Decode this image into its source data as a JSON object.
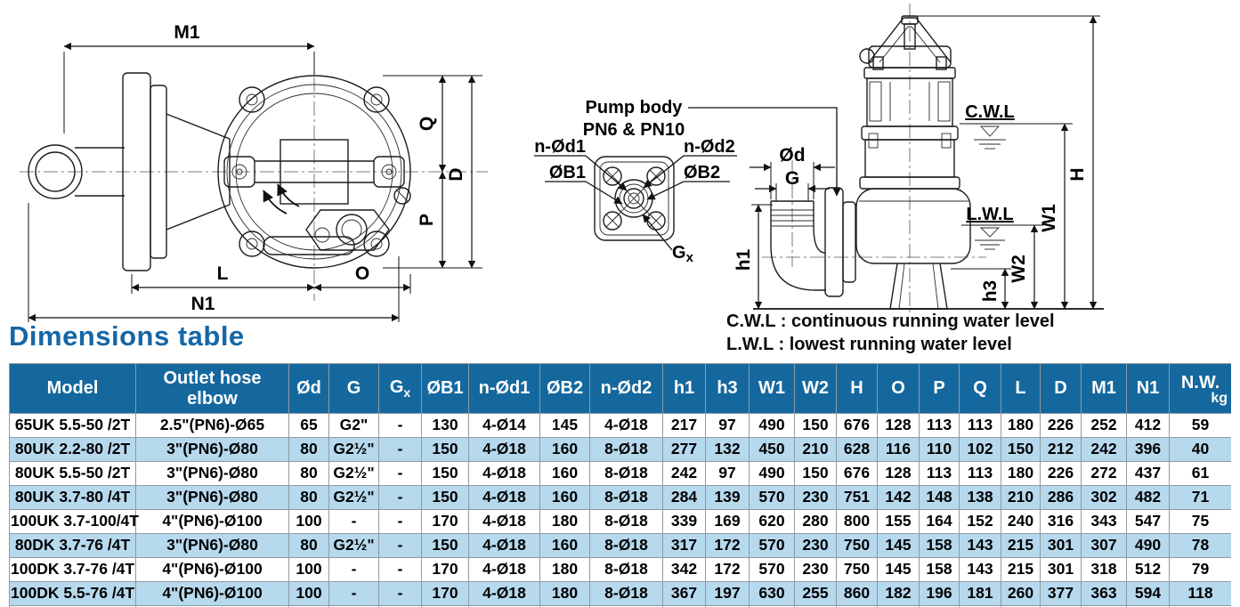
{
  "heading": {
    "title": "Dimensions table"
  },
  "colors": {
    "header_bg": "#15689e",
    "row_alt_bg": "#b7d9ee",
    "heading_color": "#1467a6",
    "grid_border": "#8f9aa2"
  },
  "drawings": {
    "top_view": {
      "dims": {
        "m1": "M1",
        "q": "Q",
        "d": "D",
        "p": "P",
        "l": "L",
        "o": "O",
        "n1": "N1"
      }
    },
    "flange_view": {
      "title1": "Pump body",
      "title2": "PN6 & PN10",
      "dims": {
        "n_od1": "n-Ød1",
        "n_od2": "n-Ød2",
        "ob1": "ØB1",
        "ob2": "ØB2",
        "gx": "G",
        "gx_sub": "x"
      }
    },
    "side_view": {
      "cwl": "C.W.L",
      "lwl": "L.W.L",
      "dims": {
        "od": "Ød",
        "g": "G",
        "h1": "h1",
        "h3": "h3",
        "w1": "W1",
        "w2": "W2",
        "h": "H"
      }
    },
    "legend": {
      "cwl": "C.W.L : continuous running water level",
      "lwl": "L.W.L :  lowest running water level"
    }
  },
  "table": {
    "headers": [
      {
        "key": "model",
        "label": "Model"
      },
      {
        "key": "outlet-hose-elbow",
        "label": "Outlet hose elbow"
      },
      {
        "key": "od",
        "label": "Ød"
      },
      {
        "key": "g",
        "label": "G"
      },
      {
        "key": "gx",
        "label": "G",
        "sub": "x"
      },
      {
        "key": "ob1",
        "label": "ØB1"
      },
      {
        "key": "n-od1",
        "label": "n-Ød1"
      },
      {
        "key": "ob2",
        "label": "ØB2"
      },
      {
        "key": "n-od2",
        "label": "n-Ød2"
      },
      {
        "key": "h1",
        "label": "h1"
      },
      {
        "key": "h3",
        "label": "h3"
      },
      {
        "key": "w1",
        "label": "W1"
      },
      {
        "key": "w2",
        "label": "W2"
      },
      {
        "key": "h",
        "label": "H"
      },
      {
        "key": "o",
        "label": "O"
      },
      {
        "key": "p",
        "label": "P"
      },
      {
        "key": "q",
        "label": "Q"
      },
      {
        "key": "l",
        "label": "L"
      },
      {
        "key": "d",
        "label": "D"
      },
      {
        "key": "m1",
        "label": "M1"
      },
      {
        "key": "n1",
        "label": "N1"
      },
      {
        "key": "nw",
        "label": "N.W.",
        "line2": "kg"
      }
    ],
    "rows": [
      {
        "cells": [
          "65UK 5.5-50 /2T",
          "2.5\"(PN6)-Ø65",
          "65",
          "G2\"",
          "-",
          "130",
          "4-Ø14",
          "145",
          "4-Ø18",
          "217",
          "97",
          "490",
          "150",
          "676",
          "128",
          "113",
          "113",
          "180",
          "226",
          "252",
          "412",
          "59"
        ]
      },
      {
        "cells": [
          "80UK 2.2-80 /2T",
          "3\"(PN6)-Ø80",
          "80",
          "G2½\"",
          "-",
          "150",
          "4-Ø18",
          "160",
          "8-Ø18",
          "277",
          "132",
          "450",
          "210",
          "628",
          "116",
          "110",
          "102",
          "150",
          "212",
          "242",
          "396",
          "40"
        ]
      },
      {
        "cells": [
          "80UK 5.5-50 /2T",
          "3\"(PN6)-Ø80",
          "80",
          "G2½\"",
          "-",
          "150",
          "4-Ø18",
          "160",
          "8-Ø18",
          "242",
          "97",
          "490",
          "150",
          "676",
          "128",
          "113",
          "113",
          "180",
          "226",
          "272",
          "437",
          "61"
        ]
      },
      {
        "cells": [
          "80UK 3.7-80 /4T",
          "3\"(PN6)-Ø80",
          "80",
          "G2½\"",
          "-",
          "150",
          "4-Ø18",
          "160",
          "8-Ø18",
          "284",
          "139",
          "570",
          "230",
          "751",
          "142",
          "148",
          "138",
          "210",
          "286",
          "302",
          "482",
          "71"
        ]
      },
      {
        "cells": [
          "100UK 3.7-100/4T",
          "4\"(PN6)-Ø100",
          "100",
          "-",
          "-",
          "170",
          "4-Ø18",
          "180",
          "8-Ø18",
          "339",
          "169",
          "620",
          "280",
          "800",
          "155",
          "164",
          "152",
          "240",
          "316",
          "343",
          "547",
          "75"
        ]
      },
      {
        "cells": [
          "80DK 3.7-76 /4T",
          "3\"(PN6)-Ø80",
          "80",
          "G2½\"",
          "-",
          "150",
          "4-Ø18",
          "160",
          "8-Ø18",
          "317",
          "172",
          "570",
          "230",
          "750",
          "145",
          "158",
          "143",
          "215",
          "301",
          "307",
          "490",
          "78"
        ]
      },
      {
        "cells": [
          "100DK 3.7-76 /4T",
          "4\"(PN6)-Ø100",
          "100",
          "-",
          "-",
          "170",
          "4-Ø18",
          "180",
          "8-Ø18",
          "342",
          "172",
          "570",
          "230",
          "750",
          "145",
          "158",
          "143",
          "215",
          "301",
          "318",
          "512",
          "79"
        ]
      },
      {
        "cells": [
          "100DK 5.5-76 /4T",
          "4\"(PN6)-Ø100",
          "100",
          "-",
          "-",
          "170",
          "4-Ø18",
          "180",
          "8-Ø18",
          "367",
          "197",
          "630",
          "255",
          "860",
          "182",
          "196",
          "181",
          "260",
          "377",
          "363",
          "594",
          "118"
        ]
      }
    ]
  }
}
